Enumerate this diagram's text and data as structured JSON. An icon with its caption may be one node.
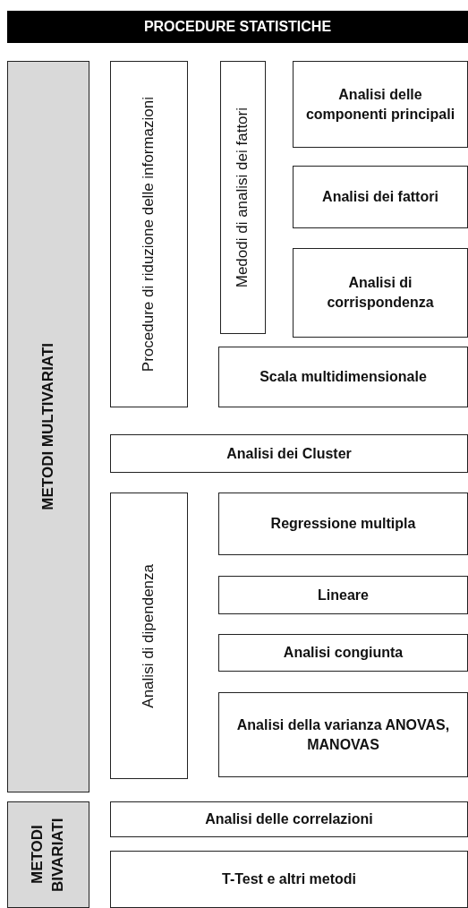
{
  "diagram": {
    "nodes": [
      {
        "text": [
          "PROCEDURE STATISTICHE"
        ]
      },
      {
        "text": [
          "METODI MULTIVARIATI"
        ]
      },
      {
        "text": [
          "Procedure di riduzione delle informazioni"
        ]
      },
      {
        "text": [
          "Medodi di analisi dei fattori"
        ]
      },
      {
        "text": [
          "Analisi delle componenti principali"
        ]
      },
      {
        "text": [
          "Analisi dei fattori"
        ]
      },
      {
        "text": [
          "Analisi di corrispondenza"
        ]
      },
      {
        "text": [
          "Scala multidimensionale"
        ]
      },
      {
        "text": [
          "Analisi dei Cluster"
        ]
      },
      {
        "text": [
          "Analisi di dipendenza"
        ]
      },
      {
        "text": [
          "Regressione multipla"
        ]
      },
      {
        "text": [
          "Lineare"
        ]
      },
      {
        "text": [
          "Analisi congiunta"
        ]
      },
      {
        "text": [
          "Analisi della varianza ANOVAS, MANOVAS"
        ]
      },
      {
        "text": [
          "METODI BIVARIATI"
        ]
      },
      {
        "text": [
          "Analisi delle correlazioni"
        ]
      },
      {
        "text": [
          "T-Test e altri metodi"
        ]
      }
    ],
    "edges": []
  }
}
